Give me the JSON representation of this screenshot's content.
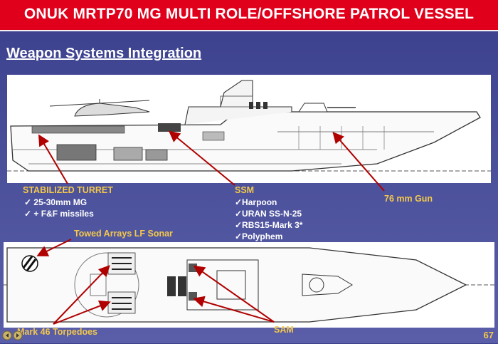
{
  "header": {
    "title": "ONUK MRTP70 MG MULTI ROLE/OFFSHORE PATROL VESSEL"
  },
  "section": {
    "title": "Weapon Systems Integration"
  },
  "callouts": {
    "turret": {
      "title": "STABILIZED TURRET",
      "items": [
        "✓  25-30mm MG",
        "✓  + F&F missiles"
      ]
    },
    "ssm": {
      "title": "SSM",
      "items": [
        "✓Harpoon",
        "✓URAN SS-N-25",
        "✓RBS15-Mark 3*",
        "✓Polyphem"
      ]
    },
    "gun": "76 mm Gun",
    "sonar": "Towed Arrays LF Sonar",
    "torpedoes": "Mark 46 Torpedoes",
    "sam": "SAM"
  },
  "footer": {
    "page_number": "67"
  },
  "colors": {
    "title_bg": "#e0001b",
    "background": "#4a4f9a",
    "label": "#f3c84a",
    "arrow": "#b00000"
  }
}
